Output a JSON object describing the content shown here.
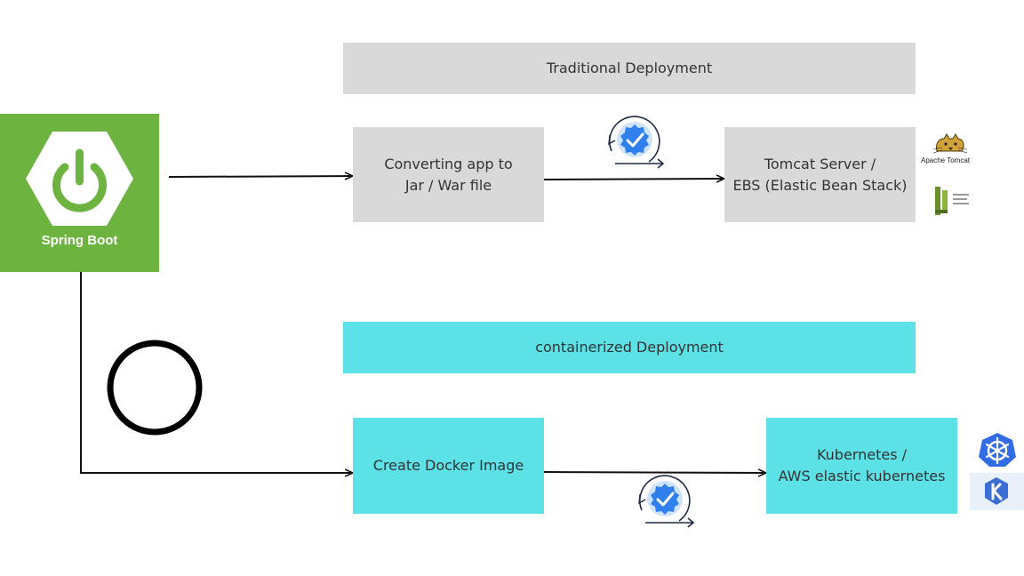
{
  "colors": {
    "traditional_fill": "#d9d9d9",
    "containerized_fill": "#5ce1e6",
    "spring_green": "#6db33f",
    "arrow": "#111111",
    "badge_blue": "#2f80ed"
  },
  "spring_boot": {
    "label": "Spring Boot",
    "icon": "power-icon"
  },
  "traditional": {
    "header": "Traditional Deployment",
    "step1": "Converting app to\nJar / War file",
    "step2": "Tomcat Server /\nEBS (Elastic Bean Stack)",
    "logos": [
      {
        "icon": "apache-tomcat-logo",
        "text": "Apache Tomcat"
      },
      {
        "icon": "elastic-beanstalk-logo"
      }
    ],
    "transition_icon": "deploy-check-icon"
  },
  "containerized": {
    "header": "containerized Deployment",
    "step1": "Create Docker Image",
    "step2": "Kubernetes /\nAWS elastic kubernetes",
    "logos": [
      {
        "icon": "kubernetes-logo"
      },
      {
        "icon": "eks-logo"
      }
    ],
    "transition_icon": "deploy-check-icon"
  },
  "decorations": {
    "circle": "ring-icon"
  }
}
